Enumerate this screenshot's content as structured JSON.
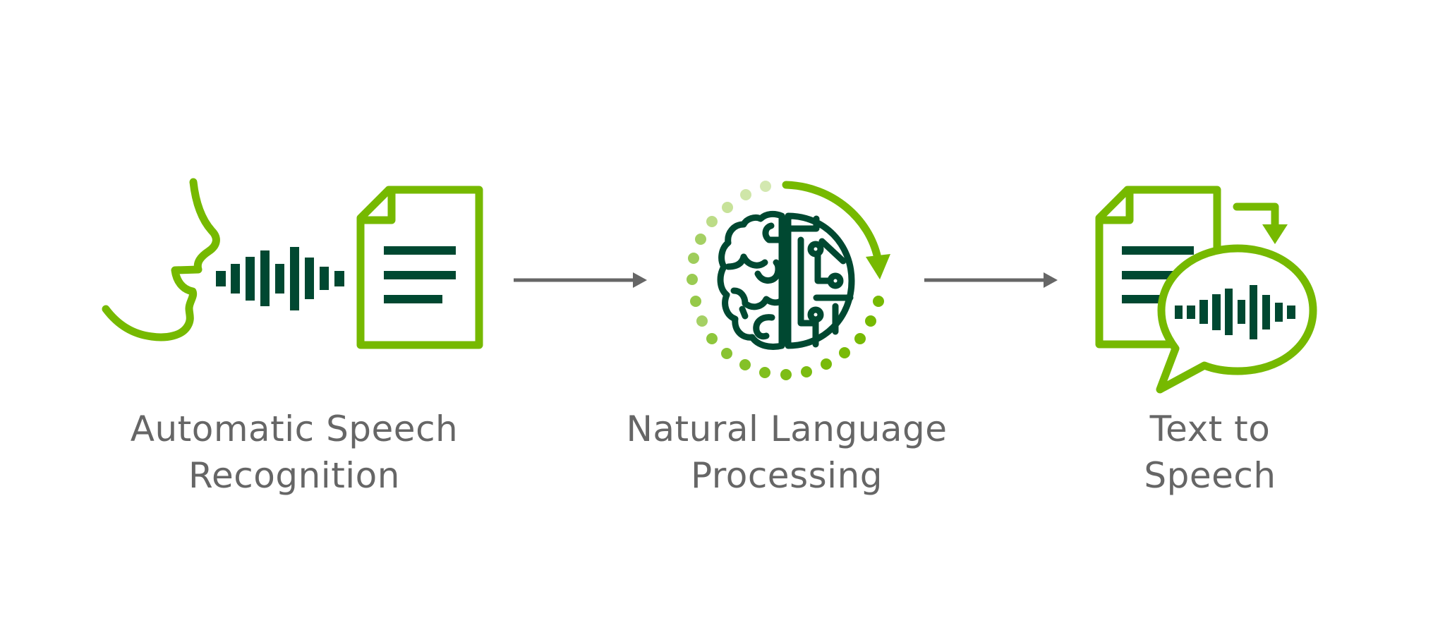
{
  "colors": {
    "accent_green": "#76b900",
    "dark_green": "#004831",
    "light_green_dots": [
      "#d3e8b0",
      "#cbe4a2",
      "#c1df92",
      "#b5d97e",
      "#a8d36a",
      "#9ccc55",
      "#94c845",
      "#8cc436",
      "#86c12a",
      "#80be1f",
      "#7cbc12",
      "#79ba08",
      "#78ba04",
      "#77b902",
      "#76b900",
      "#76b900"
    ],
    "arrow_gray": "#666666",
    "label_gray": "#666666",
    "background": "#ffffff"
  },
  "pipeline": {
    "steps": [
      {
        "id": "asr",
        "label_line1": "Automatic Speech",
        "label_line2": "Recognition",
        "icon": "face-speaking-to-document-icon"
      },
      {
        "id": "nlp",
        "label_line1": "Natural Language",
        "label_line2": "Processing",
        "icon": "brain-circuit-cycle-icon"
      },
      {
        "id": "tts",
        "label_line1": "Text to",
        "label_line2": "Speech",
        "icon": "document-to-speech-bubble-icon"
      }
    ],
    "connectors": [
      {
        "from": "asr",
        "to": "nlp",
        "icon": "arrow-right-icon"
      },
      {
        "from": "nlp",
        "to": "tts",
        "icon": "arrow-right-icon"
      }
    ]
  }
}
